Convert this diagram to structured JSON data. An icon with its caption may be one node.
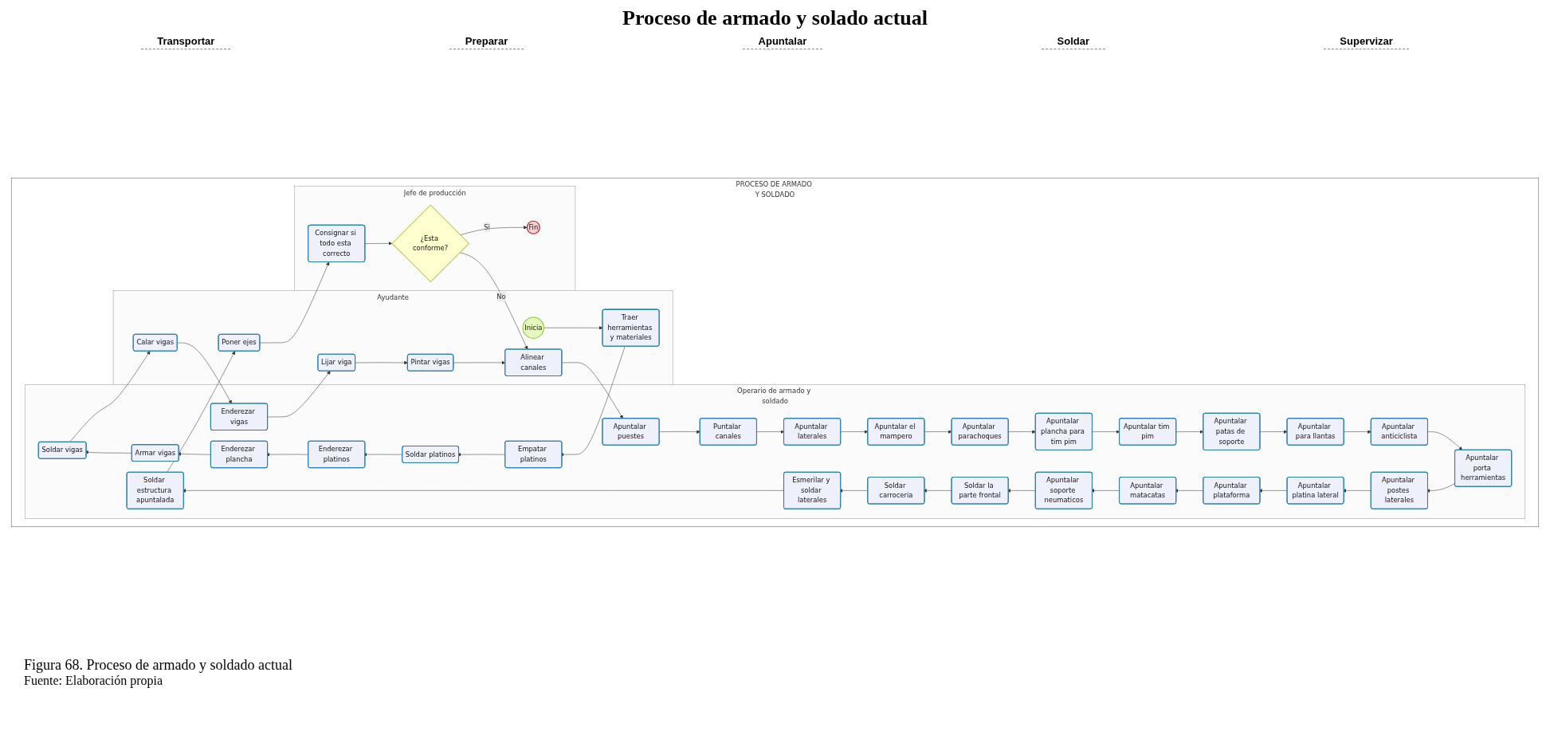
{
  "diagram": {
    "title": "Proceso de armado y solado actual",
    "caption": "Figura 68. Proceso de armado y soldado actual",
    "nodes": [
      {
        "text": [
          "PROCESO DE ARMADO Y SOLDADO"
        ]
      },
      {
        "text": [
          "Operario de armado y soldado"
        ],
        "in": 0
      },
      {
        "text": [
          "Ayudante"
        ],
        "in": 0
      },
      {
        "text": [
          "Jefe de producción"
        ],
        "in": 0
      },
      {
        "text": [
          "Empatar platinos"
        ],
        "in": 1
      },
      {
        "text": [
          "Enderezar platinos"
        ],
        "in": 1
      },
      {
        "text": [
          "Enderezar plancha"
        ],
        "in": 1
      },
      {
        "text": [
          "Armar vigas"
        ],
        "in": 1
      },
      {
        "text": [
          "Enderezar vigas"
        ],
        "in": 1
      },
      {
        "text": [
          "Apuntalar puestes"
        ],
        "in": 1
      },
      {
        "text": [
          "Puntalar canales"
        ],
        "in": 1
      },
      {
        "text": [
          "Apuntalar laterales"
        ],
        "in": 1
      },
      {
        "text": [
          "Apuntalar el mampero"
        ],
        "in": 1
      },
      {
        "text": [
          "Apuntalar parachoques"
        ],
        "in": 1
      },
      {
        "text": [
          "Apuntalar plancha para tim pim"
        ],
        "in": 1
      },
      {
        "text": [
          "Apuntalar tim pim"
        ],
        "in": 1
      },
      {
        "text": [
          "Apuntalar patas de soporte"
        ],
        "in": 1
      },
      {
        "text": [
          "Apuntalar para llantas"
        ],
        "in": 1
      },
      {
        "text": [
          "Apuntalar anticiclista"
        ],
        "in": 1
      },
      {
        "text": [
          "Apuntalar porta herramientas"
        ],
        "in": 1
      },
      {
        "text": [
          "Apuntalar postes laterales"
        ],
        "in": 1
      },
      {
        "text": [
          "Apuntalar platina lateral"
        ],
        "in": 1
      },
      {
        "text": [
          "Apuntalar plataforma"
        ],
        "in": 1
      },
      {
        "text": [
          "Apuntalar matacatas"
        ],
        "in": 1
      },
      {
        "text": [
          "Apuntalar soporte neumaticos"
        ],
        "in": 1
      },
      {
        "text": [
          "Soldar platinos"
        ],
        "in": 1
      },
      {
        "text": [
          "Soldar vigas"
        ],
        "in": 1
      },
      {
        "text": [
          "Soldar la parte frontal"
        ],
        "in": 1
      },
      {
        "text": [
          "Soldar carroceria"
        ],
        "in": 1
      },
      {
        "text": [
          "Esmerilar y soldar laterales"
        ],
        "in": 1
      },
      {
        "text": [
          "Soldar estructura apuntalada"
        ],
        "in": 1
      },
      {
        "text": [
          "Inicia"
        ],
        "in": 2
      },
      {
        "text": [
          "Traer herramientas y materiales"
        ],
        "in": 2
      },
      {
        "text": [
          "Calar vigas"
        ],
        "in": 2
      },
      {
        "text": [
          "Lijar viga"
        ],
        "in": 2
      },
      {
        "text": [
          "Pintar vigas"
        ],
        "in": 2
      },
      {
        "text": [
          "Alinear canales"
        ],
        "in": 2
      },
      {
        "text": [
          "Poner ejes"
        ],
        "in": 2
      },
      {
        "text": [
          "Consignar si todo esta correcto"
        ],
        "in": 3
      },
      {
        "text": [
          "¿Esta conforme?"
        ],
        "in": 3
      },
      {
        "text": [
          "Fin"
        ],
        "in": 3
      }
    ],
    "edges": [
      {
        "from": 31,
        "to": 32,
        "arrow": "to"
      },
      {
        "from": 32,
        "to": 4,
        "arrow": "to"
      },
      {
        "from": 4,
        "to": 25,
        "arrow": "to"
      },
      {
        "from": 25,
        "to": 5,
        "arrow": "to"
      },
      {
        "from": 5,
        "to": 6,
        "arrow": "to"
      },
      {
        "from": 6,
        "to": 7,
        "arrow": "to"
      },
      {
        "from": 7,
        "to": 26,
        "arrow": "to"
      },
      {
        "from": 26,
        "to": 33,
        "arrow": "to"
      },
      {
        "from": 33,
        "to": 8,
        "arrow": "to"
      },
      {
        "from": 8,
        "to": 34,
        "arrow": "to"
      },
      {
        "from": 34,
        "to": 35,
        "arrow": "to"
      },
      {
        "from": 35,
        "to": 36,
        "arrow": "to"
      },
      {
        "from": 36,
        "to": 9,
        "arrow": "to"
      },
      {
        "from": 9,
        "to": 10,
        "arrow": "to"
      },
      {
        "from": 10,
        "to": 11,
        "arrow": "to"
      },
      {
        "from": 11,
        "to": 12,
        "arrow": "to"
      },
      {
        "from": 12,
        "to": 13,
        "arrow": "to"
      },
      {
        "from": 13,
        "to": 14,
        "arrow": "to"
      },
      {
        "from": 14,
        "to": 15,
        "arrow": "to"
      },
      {
        "from": 15,
        "to": 16,
        "arrow": "to"
      },
      {
        "from": 16,
        "to": 17,
        "arrow": "to"
      },
      {
        "from": 17,
        "to": 18,
        "arrow": "to"
      },
      {
        "from": 18,
        "to": 19,
        "arrow": "to"
      },
      {
        "from": 19,
        "to": 20,
        "arrow": "to"
      },
      {
        "from": 20,
        "to": 21,
        "arrow": "to"
      },
      {
        "from": 21,
        "to": 22,
        "arrow": "to"
      },
      {
        "from": 22,
        "to": 23,
        "arrow": "to"
      },
      {
        "from": 23,
        "to": 24,
        "arrow": "to"
      },
      {
        "from": 24,
        "to": 27,
        "arrow": "to"
      },
      {
        "from": 27,
        "to": 28,
        "arrow": "to"
      },
      {
        "from": 28,
        "to": 29,
        "arrow": "to"
      },
      {
        "from": 29,
        "to": 30,
        "arrow": "to"
      },
      {
        "from": 30,
        "to": 37,
        "arrow": "to"
      },
      {
        "from": 37,
        "to": 38,
        "arrow": "to"
      },
      {
        "from": 38,
        "to": 39,
        "arrow": "to"
      },
      {
        "from": 39,
        "to": 40,
        "label": "Si",
        "arrow": "to"
      },
      {
        "from": 39,
        "to": 36,
        "label": "No",
        "arrow": "to"
      }
    ],
    "labels": [
      "Transportar",
      "Preparar",
      "Apuntalar",
      "Soldar",
      "Supervizar",
      "Fuente: Elaboración propia"
    ]
  }
}
